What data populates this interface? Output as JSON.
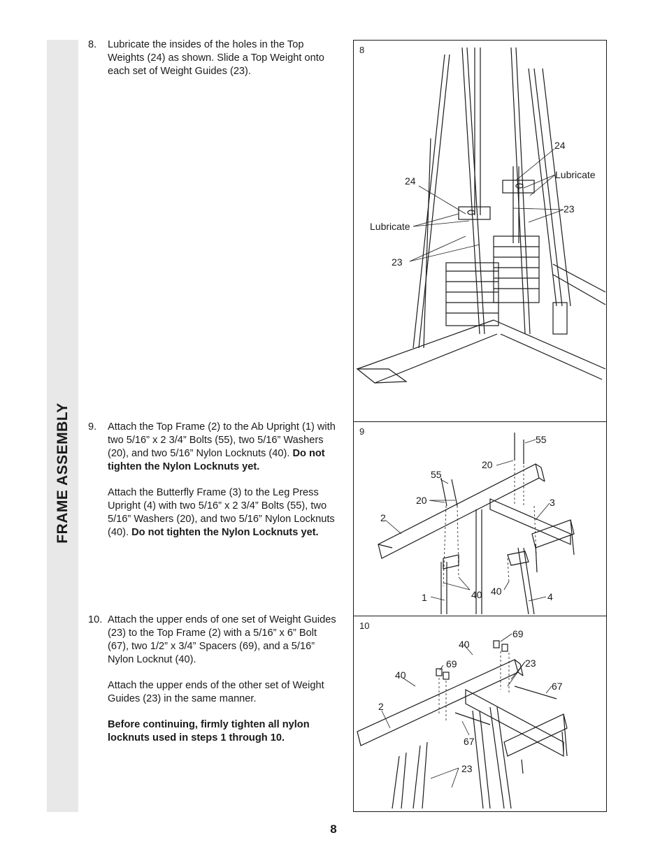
{
  "sidebar": {
    "title": "FRAME ASSEMBLY"
  },
  "steps": [
    {
      "number": "8.",
      "paragraphs": [
        [
          {
            "t": "Lubricate the insides of the holes in the Top Weights (24) as shown. Slide a Top Weight onto each set of Weight Guides (23).",
            "b": false
          }
        ]
      ]
    },
    {
      "number": "9.",
      "paragraphs": [
        [
          {
            "t": "Attach the Top Frame (2) to the Ab Upright (1) with two 5/16” x 2 3/4” Bolts (55), two 5/16” Washers (20), and two 5/16” Nylon Locknuts (40). ",
            "b": false
          },
          {
            "t": "Do not tighten the Nylon Locknuts yet.",
            "b": true
          }
        ],
        [
          {
            "t": "Attach the Butterfly Frame (3) to the Leg Press Upright (4) with two 5/16” x 2 3/4” Bolts (55), two 5/16” Washers (20), and two 5/16” Nylon Locknuts (40). ",
            "b": false
          },
          {
            "t": "Do not tighten the Nylon Locknuts yet.",
            "b": true
          }
        ]
      ]
    },
    {
      "number": "10.",
      "paragraphs": [
        [
          {
            "t": "Attach the upper ends of one set of Weight Guides (23) to the Top Frame (2) with a 5/16” x 6” Bolt (67), two 1/2” x 3/4” Spacers (69), and a 5/16” Nylon Locknut (40).",
            "b": false
          }
        ],
        [
          {
            "t": "Attach the upper ends of the other set of Weight Guides (23) in the same manner.",
            "b": false
          }
        ],
        [
          {
            "t": "Before continuing, firmly tighten all nylon locknuts used in steps 1 through 10.",
            "b": true
          }
        ]
      ]
    }
  ],
  "figures": {
    "fig8": {
      "number": "8",
      "labels": {
        "top_weight_right": "24",
        "lubricate_right": "Lubricate",
        "guides_right": "23",
        "top_weight_left": "24",
        "lubricate_left": "Lubricate",
        "guides_left": "23"
      }
    },
    "fig9": {
      "number": "9",
      "labels": {
        "bolt_right": "55",
        "washer_right": "20",
        "bolt_left": "55",
        "washer_left": "20",
        "top_frame": "2",
        "butterfly_frame": "3",
        "ab_upright": "1",
        "locknut_left": "40",
        "locknut_right": "40",
        "leg_press_upright": "4"
      }
    },
    "fig10": {
      "number": "10",
      "labels": {
        "locknut_top": "40",
        "spacer_top": "69",
        "guides_top": "23",
        "bolt_right": "67",
        "spacer_left": "69",
        "locknut_left": "40",
        "top_frame": "2",
        "bolt_left": "67",
        "guides_bottom": "23"
      }
    }
  },
  "page_number": "8"
}
